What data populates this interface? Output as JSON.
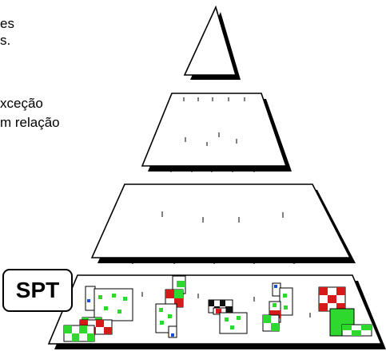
{
  "text_lines": [
    "es",
    "s.",
    "xceção",
    "m relação"
  ],
  "spt_label": "SPT",
  "colors": {
    "outline": "#000000",
    "shadow": "#000000",
    "green": "#2fd82f",
    "light_green": "#bff5bf",
    "red": "#d61a1a",
    "black": "#111111",
    "blue": "#1a4fd6"
  }
}
